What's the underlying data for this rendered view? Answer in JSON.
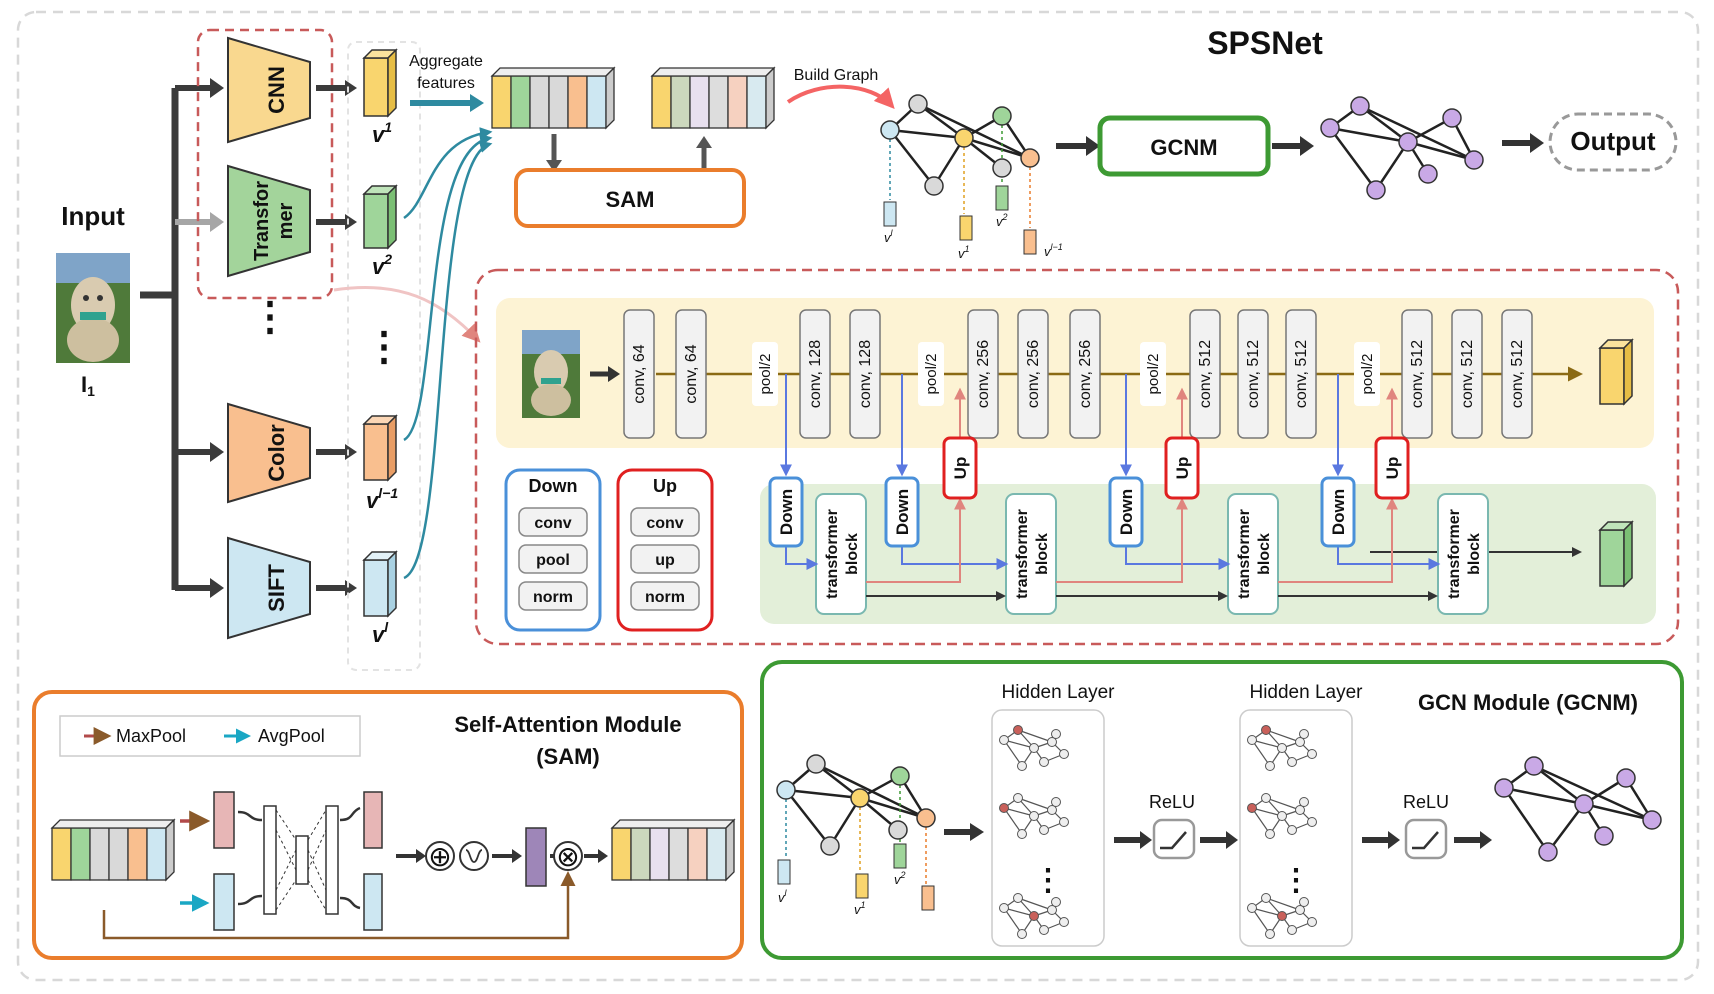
{
  "title": "SPSNet",
  "input": {
    "label": "Input",
    "image_label": "I",
    "image_subscript": "1"
  },
  "extractors": [
    "CNN",
    "Transfor mer",
    "Color",
    "SIFT"
  ],
  "feature_labels": {
    "v1": "v",
    "v1_sup": "1",
    "v2": "v",
    "v2_sup": "2",
    "vl1": "v",
    "vl1_sup": "l−1",
    "vl": "v",
    "vl_sup": "l"
  },
  "ellipsis": "⋮",
  "aggregate": {
    "line1": "Aggregate",
    "line2": "features"
  },
  "sam_box": "SAM",
  "build_graph": "Build Graph",
  "gcnm_box": "GCNM",
  "output": "Output",
  "graph_labels": {
    "vl": "v",
    "vl_sup": "l",
    "v1": "v",
    "v1_sup": "1",
    "v2": "v",
    "v2_sup": "2",
    "vl1": "v",
    "vl1_sup": "l−1"
  },
  "backbone": {
    "convs": [
      "conv, 64",
      "conv, 64",
      "conv, 128",
      "conv, 128",
      "conv, 256",
      "conv, 256",
      "conv, 256",
      "conv, 512",
      "conv, 512",
      "conv, 512",
      "conv, 512",
      "conv, 512",
      "conv, 512"
    ],
    "pool": "pool/2",
    "down": "Down",
    "up": "Up",
    "transformer": [
      "transformer",
      "block"
    ]
  },
  "down_legend": {
    "title": "Down",
    "items": [
      "conv",
      "pool",
      "norm"
    ]
  },
  "up_legend": {
    "title": "Up",
    "items": [
      "conv",
      "up",
      "norm"
    ]
  },
  "sam_panel": {
    "title_line1": "Self-Attention Module",
    "title_line2": "(SAM)",
    "legend": [
      "MaxPool",
      "AvgPool"
    ],
    "plus": "⊕",
    "times": "⊗"
  },
  "gcn_panel": {
    "title": "GCN Module (GCNM)",
    "hidden1": "Hidden Layer",
    "hidden2": "Hidden Layer",
    "relu1": "ReLU",
    "relu2": "ReLU"
  },
  "colors": {
    "yellow": "#f9d56e",
    "green": "#9fd59a",
    "orange": "#f9bf8f",
    "blue": "#cde7f2",
    "gray": "#d9d9d9",
    "purple": "#c9a9e6",
    "sam_orange": "#ea7d2c",
    "gcn_green": "#3d9a33",
    "red_dash": "#c85a5a",
    "teal": "#2e8aa0",
    "brown": "#8b6a14"
  }
}
